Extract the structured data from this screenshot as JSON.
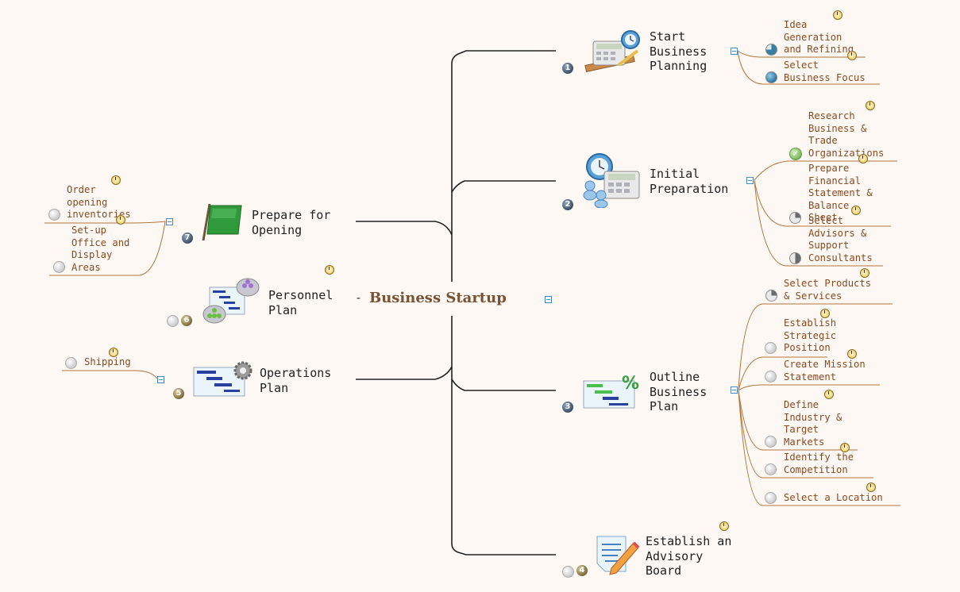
{
  "root": {
    "dash": "-",
    "title": "Business Startup"
  },
  "branches": {
    "start": {
      "label": "Start\nBusiness\nPlanning",
      "badge": "1",
      "leaves": [
        {
          "label": "Idea\nGeneration\nand Refining"
        },
        {
          "label": "Select\nBusiness Focus"
        }
      ]
    },
    "initial": {
      "label": "Initial\nPreparation",
      "badge": "2",
      "leaves": [
        {
          "label": "Research\nBusiness &\nTrade\nOrganizations"
        },
        {
          "label": "Prepare\nFinancial\nStatement &\nBalance\nSheet"
        },
        {
          "label": "Select\nAdvisors &\nSupport\nConsultants"
        }
      ]
    },
    "outline": {
      "label": "Outline\nBusiness\nPlan",
      "badge": "3",
      "leaves": [
        {
          "label": "Select Products\n& Services"
        },
        {
          "label": "Establish\nStrategic\nPosition"
        },
        {
          "label": "Create Mission\nStatement"
        },
        {
          "label": "Define\nIndustry &\nTarget\nMarkets"
        },
        {
          "label": "Identify the\nCompetition"
        },
        {
          "label": "Select a Location"
        }
      ]
    },
    "advisory": {
      "label": "Establish an\nAdvisory\nBoard",
      "badge": "4"
    },
    "operations": {
      "label": "Operations\nPlan",
      "badge": "5",
      "leaves": [
        {
          "label": "Shipping"
        }
      ]
    },
    "personnel": {
      "label": "Personnel\nPlan",
      "badge": "6"
    },
    "prepare": {
      "label": "Prepare for\nOpening",
      "badge": "7",
      "leaves": [
        {
          "label": "Order\nopening\ninventories"
        },
        {
          "label": "Set-up\nOffice and\nDisplay\nAreas"
        }
      ]
    }
  },
  "colors": {
    "leaf_text": "#8a4a1f",
    "title_text": "#7a5233",
    "connector": "#222222",
    "leaf_connector": "#b5743a"
  }
}
